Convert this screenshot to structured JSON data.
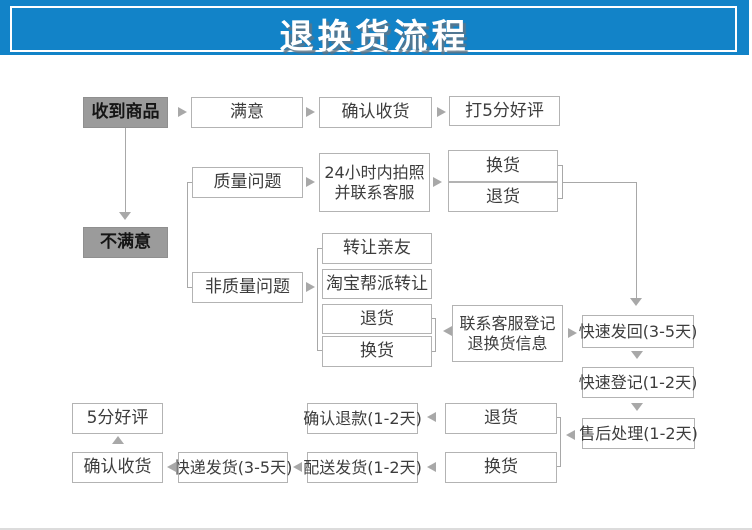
{
  "header": {
    "title": "退换货流程"
  },
  "colors": {
    "banner_blue": "#1283c8",
    "banner_border": "#ffffff",
    "box_border": "#b3b3b3",
    "gray_node_fill": "#9b9b9b",
    "connector_gray": "#a8a8a8",
    "text_dark": "#3d3d3d"
  },
  "icons": {
    "flow_arrow_right": "small solid gray triangle pointing right",
    "flow_arrow_left": "small solid gray triangle pointing left",
    "flow_arrow_down": "small solid gray triangle pointing down",
    "flow_arrow_up": "small solid gray triangle pointing up"
  },
  "nodes": {
    "received": {
      "label": "收到商品",
      "style": "gray"
    },
    "satisfied": {
      "label": "满意"
    },
    "confirm_receipt_top": {
      "label": "确认收货"
    },
    "rate_5_star": {
      "label": "打5分好评"
    },
    "unsatisfied": {
      "label": "不满意",
      "style": "gray"
    },
    "quality_issue": {
      "label": "质量问题"
    },
    "photo_24h": {
      "line1": "24小时内拍照",
      "line2": "并联系客服"
    },
    "exchange_top": {
      "label": "换货"
    },
    "return_top": {
      "label": "退货"
    },
    "non_quality_issue": {
      "label": "非质量问题"
    },
    "transfer_friends": {
      "label": "转让亲友"
    },
    "taobao_transfer": {
      "label": "淘宝帮派转让"
    },
    "return_mid": {
      "label": "退货"
    },
    "exchange_mid": {
      "label": "换货"
    },
    "contact_service": {
      "line1": "联系客服登记",
      "line2": "退换货信息"
    },
    "fast_sendback": {
      "label": "快速发回(3-5天)"
    },
    "fast_register": {
      "label": "快速登记(1-2天)"
    },
    "after_sales": {
      "label": "售后处理(1-2天)"
    },
    "return_bottom": {
      "label": "退货"
    },
    "exchange_bottom": {
      "label": "换货"
    },
    "confirm_refund": {
      "label": "确认退款(1-2天)"
    },
    "delivery_dispatch": {
      "label": "配送发货(1-2天)"
    },
    "express_dispatch": {
      "label": "快递发货(3-5天)"
    },
    "confirm_receipt_bottom": {
      "label": "确认收货"
    },
    "five_star": {
      "label": "5分好评"
    }
  },
  "edges": [
    {
      "from": "received",
      "to": "satisfied"
    },
    {
      "from": "satisfied",
      "to": "confirm_receipt_top"
    },
    {
      "from": "confirm_receipt_top",
      "to": "rate_5_star"
    },
    {
      "from": "received",
      "to": "unsatisfied"
    },
    {
      "from": "unsatisfied",
      "to": [
        "quality_issue",
        "non_quality_issue"
      ],
      "style": "bracket"
    },
    {
      "from": "quality_issue",
      "to": "photo_24h"
    },
    {
      "from": "photo_24h",
      "to": [
        "exchange_top",
        "return_top"
      ]
    },
    {
      "from": [
        "exchange_top",
        "return_top"
      ],
      "to": "fast_sendback",
      "style": "elbow"
    },
    {
      "from": "non_quality_issue",
      "to": [
        "transfer_friends",
        "taobao_transfer",
        "return_mid",
        "exchange_mid"
      ]
    },
    {
      "from": "contact_service",
      "to": [
        "return_mid",
        "exchange_mid"
      ]
    },
    {
      "from": "contact_service",
      "to": "fast_sendback"
    },
    {
      "from": "fast_sendback",
      "to": "fast_register"
    },
    {
      "from": "fast_register",
      "to": "after_sales"
    },
    {
      "from": "after_sales",
      "to": [
        "return_bottom",
        "exchange_bottom"
      ]
    },
    {
      "from": "return_bottom",
      "to": "confirm_refund"
    },
    {
      "from": "exchange_bottom",
      "to": "delivery_dispatch"
    },
    {
      "from": "delivery_dispatch",
      "to": "express_dispatch"
    },
    {
      "from": "express_dispatch",
      "to": "confirm_receipt_bottom"
    },
    {
      "from": "confirm_receipt_bottom",
      "to": "five_star"
    }
  ]
}
